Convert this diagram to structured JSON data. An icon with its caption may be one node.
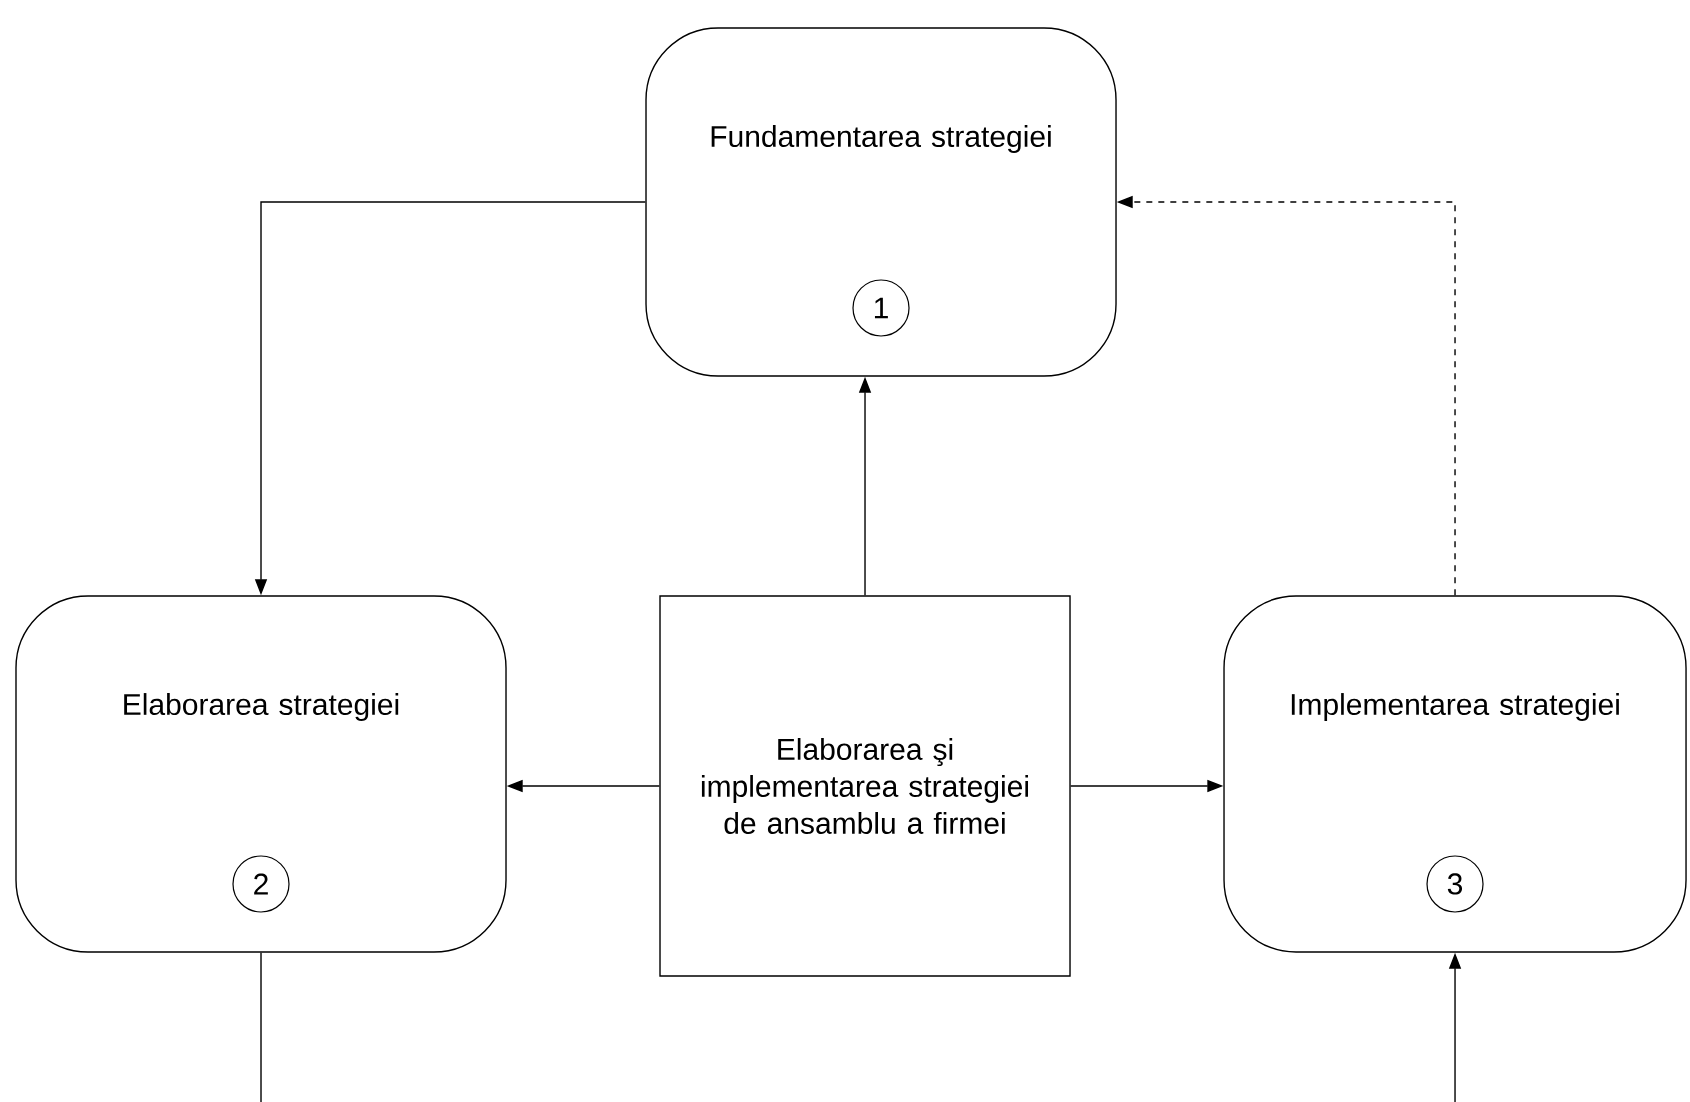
{
  "diagram": {
    "nodes": [
      {
        "text": [
          "Fundamentarea strategiei",
          "1"
        ]
      },
      {
        "text": [
          "Elaborarea strategiei",
          "2"
        ]
      },
      {
        "text": [
          "Elaborarea şi implementarea strategiei de ansamblu a firmei"
        ]
      },
      {
        "text": [
          "Implementarea strategiei",
          "3"
        ]
      }
    ],
    "edges": [
      {
        "from": 0,
        "to": 1,
        "arrow": "to"
      },
      {
        "from": 2,
        "to": 0,
        "arrow": "to"
      },
      {
        "from": 2,
        "to": 1,
        "arrow": "to"
      },
      {
        "from": 2,
        "to": 3,
        "arrow": "to"
      },
      {
        "from": 3,
        "to": 0,
        "arrow": "to",
        "style": "dashed"
      },
      {
        "from": 1,
        "to": null,
        "arrow": "none"
      },
      {
        "from": null,
        "to": 3,
        "arrow": "to"
      }
    ]
  }
}
